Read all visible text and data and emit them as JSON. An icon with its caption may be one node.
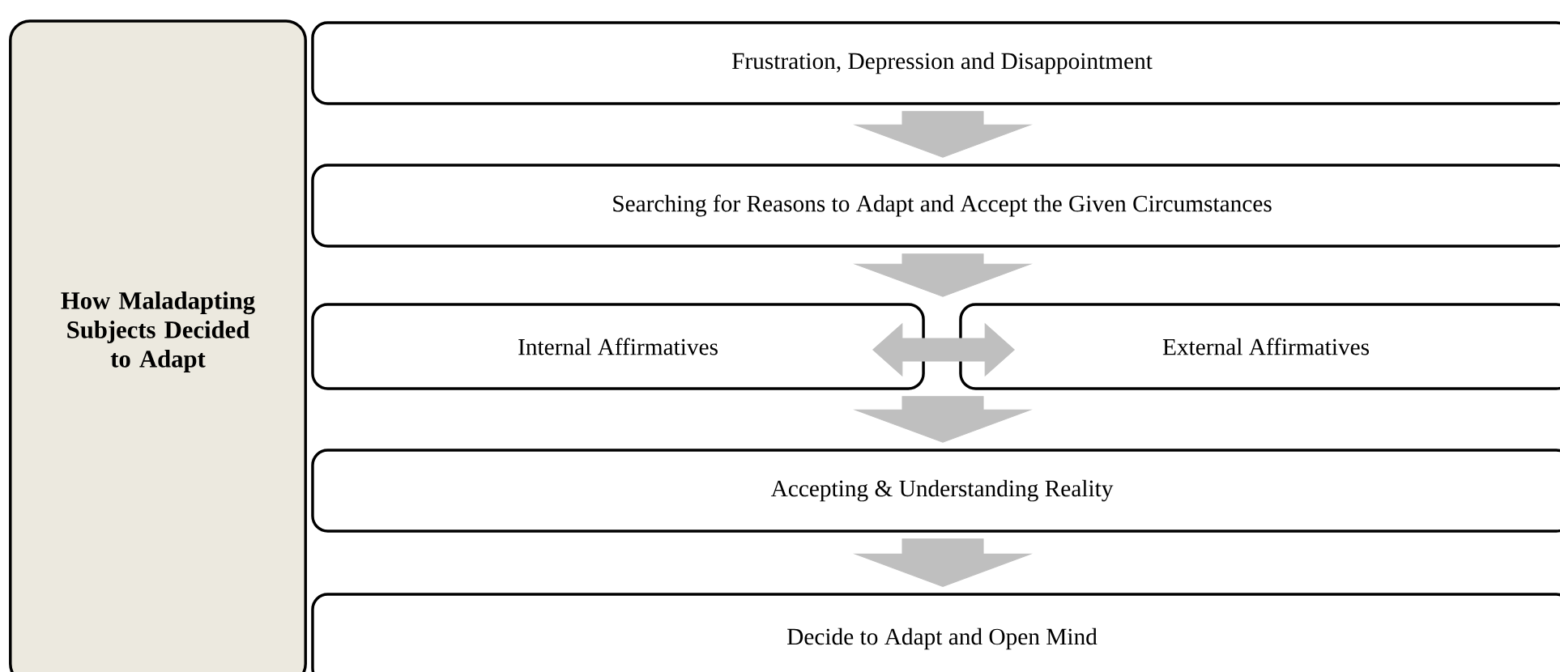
{
  "diagram": {
    "nodes": [
      {
        "text": [
          "How Maladapting Subjects Decided to Adapt"
        ]
      },
      {
        "text": [
          "Frustration, Depression and Disappointment"
        ]
      },
      {
        "text": [
          "Searching for Reasons to Adapt and Accept the Given Circumstances"
        ]
      },
      {
        "text": [
          "Internal Affirmatives"
        ]
      },
      {
        "text": [
          "External Affirmatives"
        ]
      },
      {
        "text": [
          "Accepting & Understanding Reality"
        ]
      },
      {
        "text": [
          "Decide to Adapt and Open Mind"
        ]
      }
    ],
    "edges": [
      {
        "from": 1,
        "to": 2,
        "arrow": "to"
      },
      {
        "from": 2,
        "to": 3,
        "arrow": "to"
      },
      {
        "from": 2,
        "to": 4,
        "arrow": "to"
      },
      {
        "from": 3,
        "to": 4,
        "arrow": "both"
      },
      {
        "from": 3,
        "to": 5,
        "arrow": "to"
      },
      {
        "from": 4,
        "to": 5,
        "arrow": "to"
      },
      {
        "from": 5,
        "to": 6,
        "arrow": "to"
      }
    ]
  }
}
